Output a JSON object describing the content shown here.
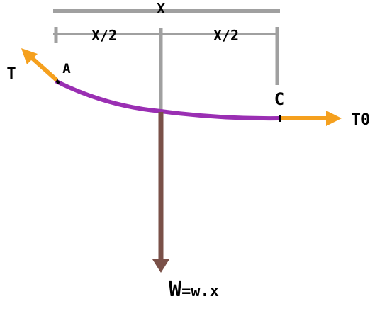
{
  "labels": {
    "x_total": "X",
    "x_half_left": "X/2",
    "x_half_right": "X/2",
    "point_a": "A",
    "point_c": "C",
    "tension_t": "T",
    "tension_t0": "T0",
    "weight_symbol": "W",
    "weight_expr": "=w.x"
  },
  "colors": {
    "dimension": "#a0a0a0",
    "cable": "#9a2fb3",
    "tension": "#f5a01e",
    "weight": "#7a5048",
    "text": "#000000"
  }
}
